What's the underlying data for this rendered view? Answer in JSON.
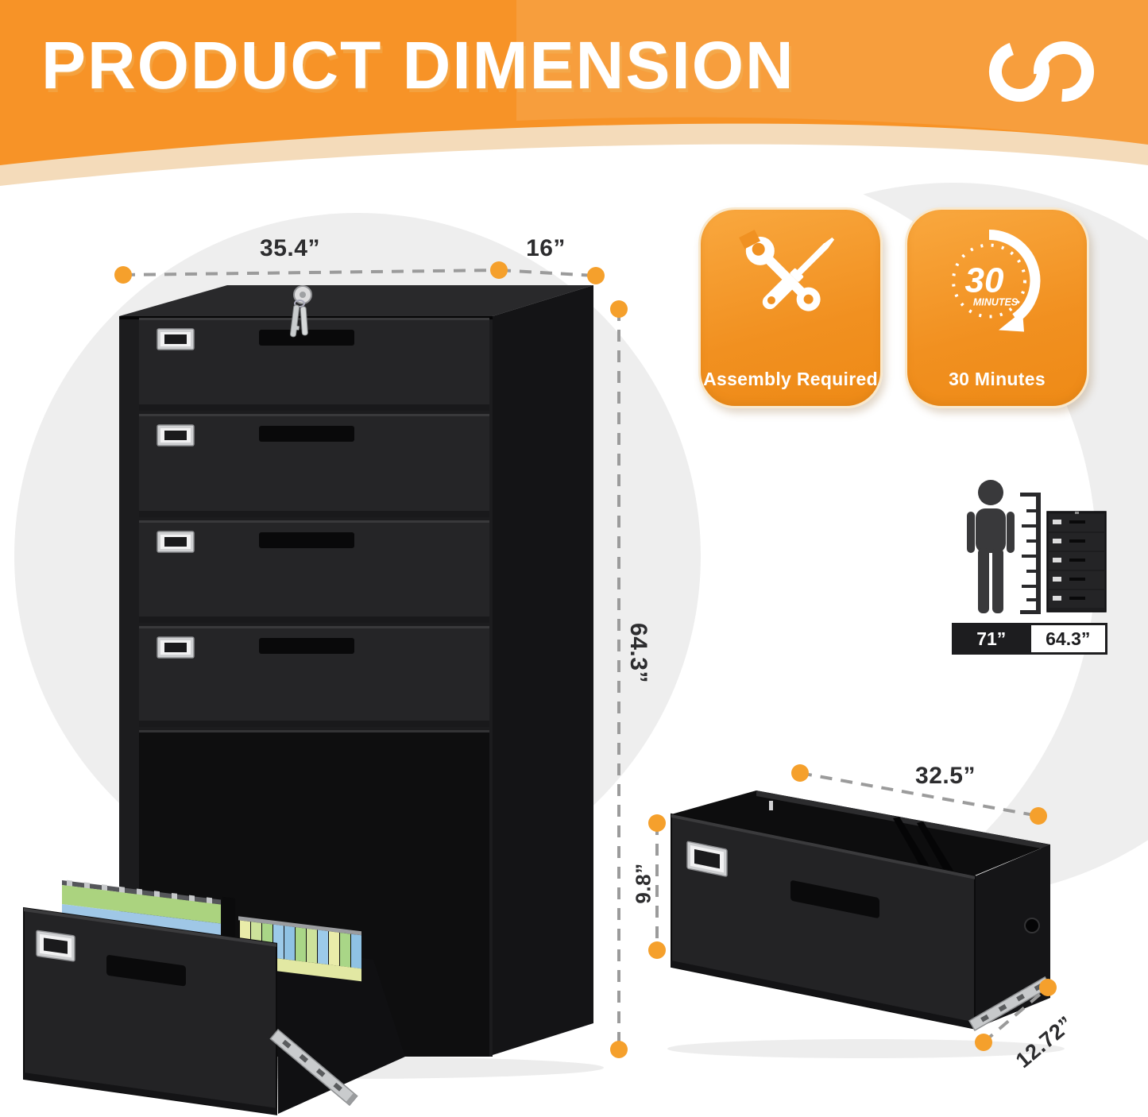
{
  "header": {
    "title": "PRODUCT DIMENSION"
  },
  "dimensions": {
    "cabinet": {
      "width": "35.4”",
      "depth": "16”",
      "height": "64.3”"
    },
    "drawer": {
      "width": "32.5”",
      "height": "9.8”",
      "depth": "12.72”"
    }
  },
  "badges": {
    "assembly": {
      "label": "Assembly Required"
    },
    "time": {
      "label": "30 Minutes",
      "value": "30",
      "unit": "MINUTES"
    }
  },
  "height_comparison": {
    "person_height": "71”",
    "cabinet_height": "64.3”"
  },
  "colors": {
    "accent_orange": "#F79327",
    "dot_orange": "#F5A02C",
    "band_peach": "#F3D7B3",
    "dark": "#1D1D1F"
  }
}
